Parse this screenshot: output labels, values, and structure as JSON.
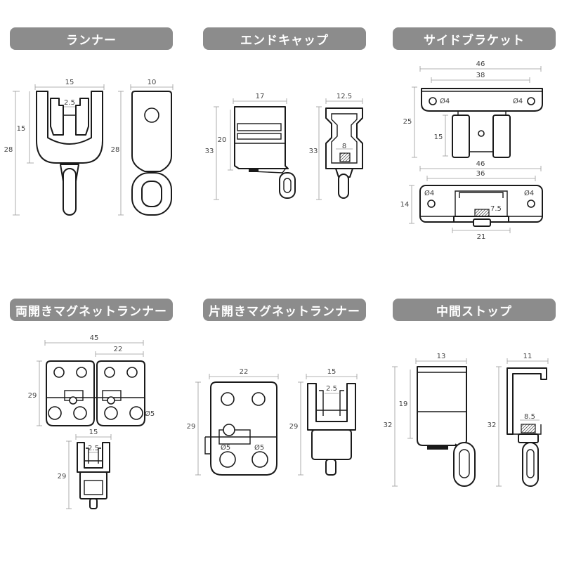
{
  "sections": [
    {
      "id": "runner",
      "title": "ランナー"
    },
    {
      "id": "end-cap",
      "title": "エンドキャップ"
    },
    {
      "id": "side-bracket",
      "title": "サイドブラケット"
    },
    {
      "id": "double-magnet-runner",
      "title": "両開きマグネットランナー"
    },
    {
      "id": "single-magnet-runner",
      "title": "片開きマグネットランナー"
    },
    {
      "id": "middle-stop",
      "title": "中間ストップ"
    }
  ],
  "dimensions": {
    "runner": {
      "w_front": "15",
      "gap": "2.5",
      "h_inner": "15",
      "h_total": "28",
      "w_side": "10",
      "h_side": "28"
    },
    "end_cap": {
      "w_front": "17",
      "h_inner": "20",
      "h_total": "33",
      "w_side": "12.5",
      "h_side": "33",
      "w_inner": "8"
    },
    "side_bracket": {
      "w_outer": "46",
      "w_inner": "38",
      "h_total": "25",
      "h_block": "15",
      "hole_left": "Ø4",
      "hole_right": "Ø4",
      "w_outer_b": "46",
      "w_inner_b": "36",
      "h_b": "14",
      "hole_left_b": "Ø4",
      "hole_right_b": "Ø4",
      "h_slot": "7.5",
      "w_slot": "21"
    },
    "double_magnet": {
      "w_total": "45",
      "w_half": "22",
      "h_total": "29",
      "hole": "Ø5",
      "w_runner": "15",
      "gap_runner": "2.5",
      "h_runner": "29"
    },
    "single_magnet": {
      "w_total": "22",
      "h_total": "29",
      "hole_left": "Ø5",
      "hole_right": "Ø5",
      "w_runner": "15",
      "gap_runner": "2.5",
      "h_runner": "29"
    },
    "middle_stop": {
      "w_front": "13",
      "h_inner": "19",
      "h_total": "32",
      "w_side": "11",
      "w_inner": "8.5",
      "h_side": "32"
    }
  }
}
